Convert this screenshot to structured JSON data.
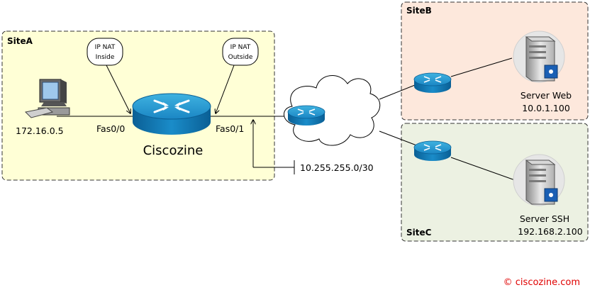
{
  "sites": {
    "a": {
      "label": "SiteA",
      "fill": "#ffffd6"
    },
    "b": {
      "label": "SiteB",
      "fill": "#fde8dc"
    },
    "c": {
      "label": "SiteC",
      "fill": "#ecf1e2"
    }
  },
  "nat": {
    "inside": [
      "IP NAT",
      "Inside"
    ],
    "outside": [
      "IP NAT",
      "Outside"
    ]
  },
  "router": {
    "name": "Ciscozine",
    "ifIn": "Fas0/0",
    "ifOut": "Fas0/1"
  },
  "pc": {
    "ip": "172.16.0.5"
  },
  "link": {
    "subnet": "10.255.255.0/30"
  },
  "servers": {
    "web": {
      "name": "Server Web",
      "ip": "10.0.1.100"
    },
    "ssh": {
      "name": "Server SSH",
      "ip": "192.168.2.100"
    }
  },
  "copyright": "© ciscozine.com"
}
